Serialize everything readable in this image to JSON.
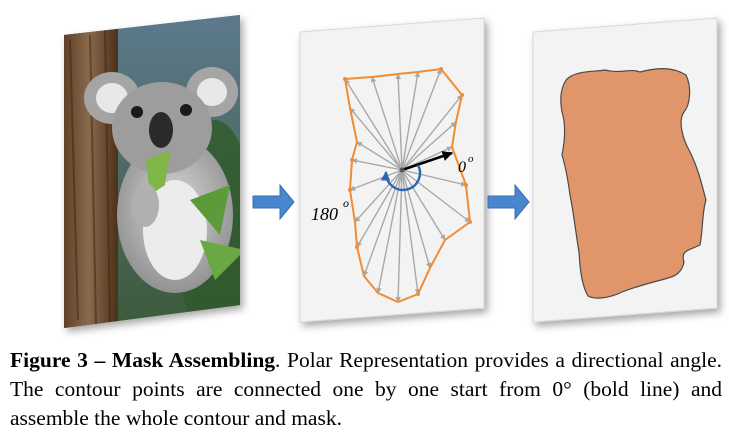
{
  "figure": {
    "panels": [
      {
        "name": "koala-photo",
        "description_icon": "koala-photo"
      },
      {
        "name": "polar-representation",
        "angle_labels": {
          "zero": "0",
          "one_eighty": "180",
          "degree_mark": "o"
        }
      },
      {
        "name": "assembled-mask"
      }
    ],
    "arrows": [
      "right-arrow-icon",
      "right-arrow-icon"
    ],
    "colors": {
      "contour": "#ef8c35",
      "rays": "#a8a8a8",
      "bold_ray": "#000000",
      "angle_arc": "#2e64b4",
      "arrow_fill": "#4a86cf",
      "mask_fill": "#e0956a",
      "panel_bg": "#f3f3f3"
    }
  },
  "caption": {
    "label": "Figure 3 – Mask Assembling",
    "text_1": ". Polar Representation provides a directional angle.  The contour points are connected one by one start from 0",
    "degree": "°",
    "text_2": " (bold line) and assemble the whole contour and mask."
  }
}
